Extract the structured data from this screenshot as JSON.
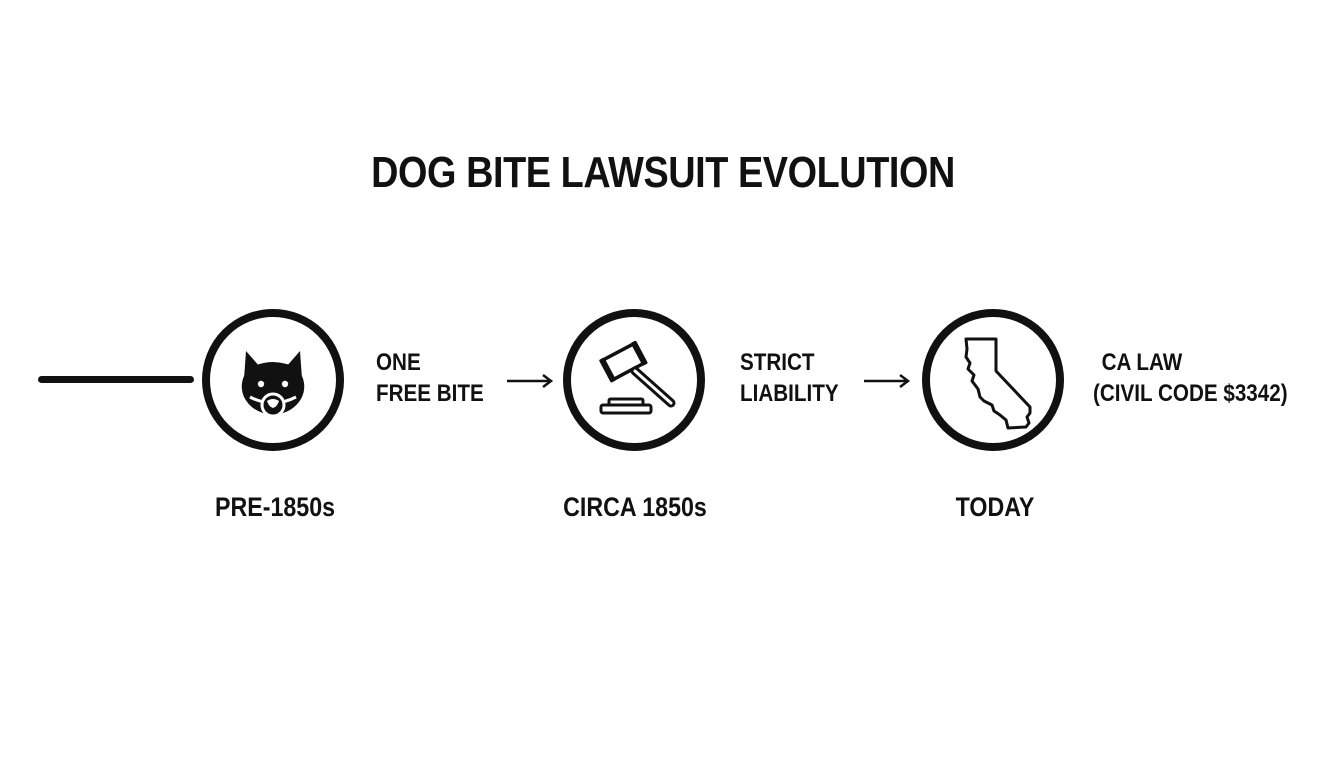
{
  "title": "DOG BITE LAWSUIT EVOLUTION",
  "colors": {
    "ink": "#111111",
    "background": "#ffffff"
  },
  "timeline": [
    {
      "icon": "muzzled-dog-icon",
      "era": "PRE-1850s",
      "rule_lines": [
        "ONE",
        "FREE BITE"
      ]
    },
    {
      "icon": "gavel-icon",
      "era": "CIRCA 1850s",
      "rule_lines": [
        "STRICT",
        "LIABILITY"
      ]
    },
    {
      "icon": "california-map-icon",
      "era": "TODAY",
      "rule_lines": [
        "CA LAW",
        "(CIVIL CODE $3342)"
      ]
    }
  ]
}
